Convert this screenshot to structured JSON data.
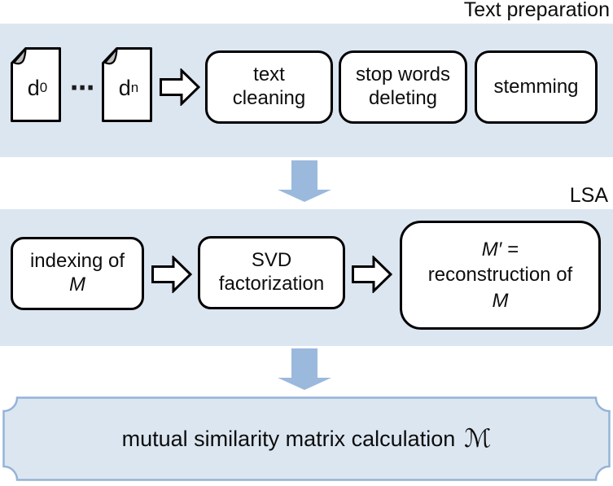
{
  "colors": {
    "band": "#dce6f1",
    "arrow_fill": "#9bb9dc",
    "plaque_fill": "#dce6f1",
    "plaque_border": "#95b3d7",
    "box_fill": "#ffffff",
    "box_border": "#000000",
    "fold_fill": "#bcbcbc"
  },
  "section_labels": {
    "text_preparation": "Text preparation",
    "lsa": "LSA"
  },
  "documents": {
    "first": {
      "base": "d",
      "sub": "0"
    },
    "ellipsis": "⋯",
    "last": {
      "base": "d",
      "sub": "n"
    }
  },
  "text_preparation_steps": [
    {
      "lines": [
        "text",
        "cleaning"
      ]
    },
    {
      "lines": [
        "stop words",
        "deleting"
      ]
    },
    {
      "lines": [
        "stemming"
      ]
    }
  ],
  "lsa": {
    "indexing": {
      "line1": "indexing of",
      "symbol": "M"
    },
    "svd": {
      "lines": [
        "SVD",
        "factorization"
      ]
    },
    "reconstruction": {
      "line1_symbol": "M′",
      "line1_eq": "=",
      "line2": "reconstruction of",
      "line3_symbol": "M"
    }
  },
  "output": {
    "text": "mutual similarity matrix calculation",
    "symbol": "ℳ"
  }
}
